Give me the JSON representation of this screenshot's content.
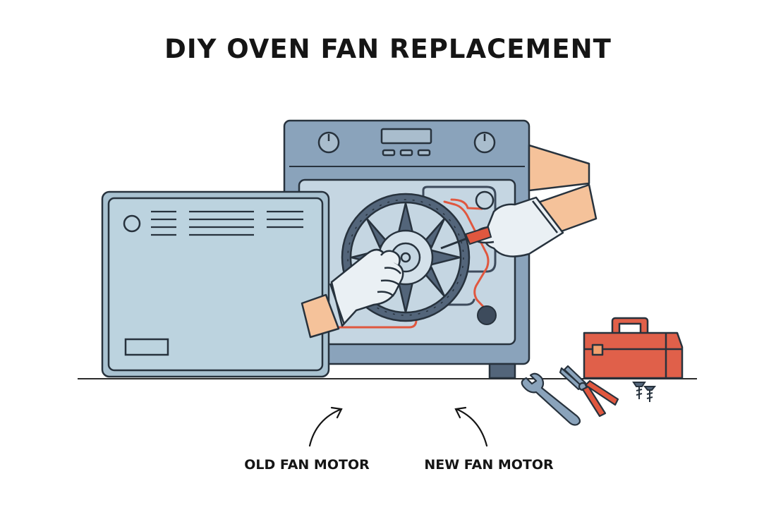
{
  "title": "DIY OVEN FAN REPLACEMENT",
  "labels": {
    "old_fan_motor": "OLD FAN MOTOR",
    "new_fan_motor": "NEW FAN MOTOR"
  },
  "colors": {
    "oven_body": "#8aa3bb",
    "oven_panel": "#c5d6e2",
    "oven_door": "#bcd3df",
    "outline": "#27323d",
    "fan_ring": "#53657a",
    "wire": "#e0573f",
    "toolbox": "#e0604a",
    "skin": "#f5c29a",
    "glove": "#eaf0f4",
    "ground_line": "#2b2b2b"
  },
  "icons": [
    "oven-icon",
    "oven-door-icon",
    "fan-motor-icon",
    "gloved-hand-icon",
    "screwdriver-icon",
    "toolbox-icon",
    "wrench-icon",
    "pliers-icon",
    "screw-icon",
    "curved-arrow-icon"
  ]
}
